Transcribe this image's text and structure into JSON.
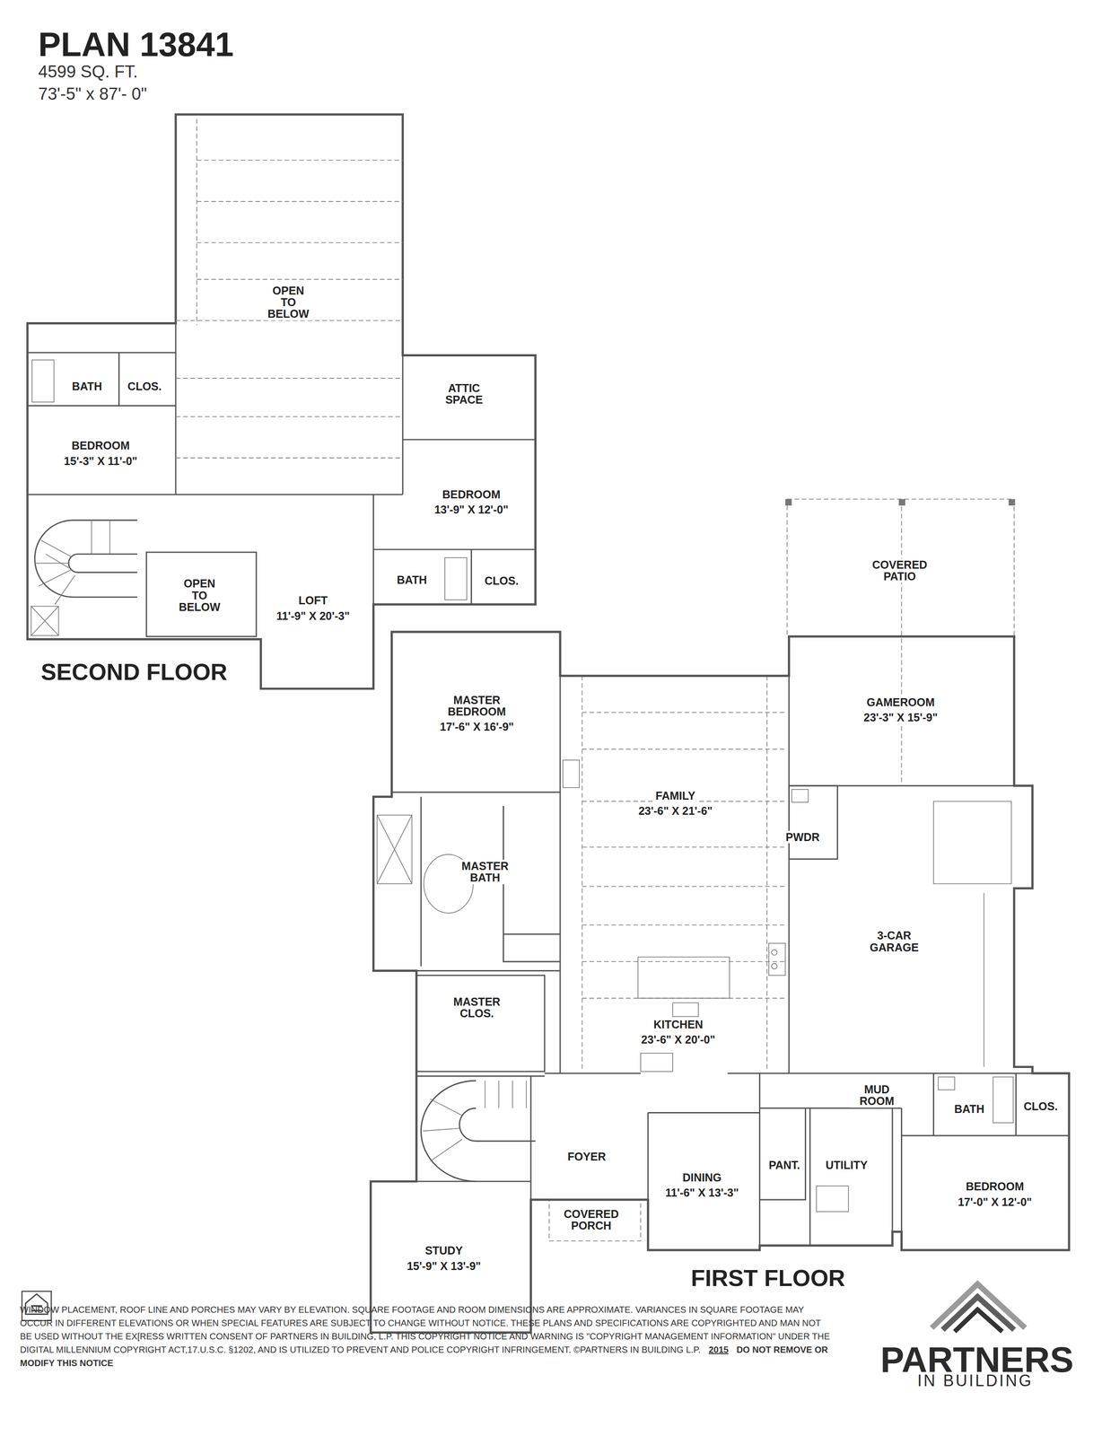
{
  "diagram": {
    "title": "PLAN 13841",
    "nodes": [
      {
        "text": [
          "OPEN TO BELOW"
        ]
      },
      {
        "text": [
          "BATH"
        ]
      },
      {
        "text": [
          "CLOS."
        ]
      },
      {
        "text": [
          "BEDROOM",
          "15'-3\" X 11'-0\""
        ]
      },
      {
        "text": [
          "ATTIC SPACE"
        ]
      },
      {
        "text": [
          "BEDROOM",
          "13'-9\" X 12'-0\""
        ]
      },
      {
        "text": [
          "OPEN TO BELOW"
        ]
      },
      {
        "text": [
          "LOFT",
          "11'-9\" X 20'-3\""
        ]
      },
      {
        "text": [
          "BATH"
        ]
      },
      {
        "text": [
          "CLOS."
        ]
      },
      {
        "text": [
          "COVERED PATIO"
        ]
      },
      {
        "text": [
          "MASTER BEDROOM",
          "17'-6\" X 16'-9\""
        ]
      },
      {
        "text": [
          "GAMEROOM",
          "23'-3\" X 15'-9\""
        ]
      },
      {
        "text": [
          "FAMILY",
          "23'-6\" X 21'-6\""
        ]
      },
      {
        "text": [
          "PWDR"
        ]
      },
      {
        "text": [
          "MASTER BATH"
        ]
      },
      {
        "text": [
          "3-CAR GARAGE"
        ]
      },
      {
        "text": [
          "MASTER CLOS."
        ]
      },
      {
        "text": [
          "KITCHEN",
          "23'-6\" X 20'-0\""
        ]
      },
      {
        "text": [
          "MUD ROOM"
        ]
      },
      {
        "text": [
          "BATH"
        ]
      },
      {
        "text": [
          "CLOS."
        ]
      },
      {
        "text": [
          "FOYER"
        ]
      },
      {
        "text": [
          "DINING",
          "11'-6\" X 13'-3\""
        ]
      },
      {
        "text": [
          "PANT."
        ]
      },
      {
        "text": [
          "UTILITY"
        ]
      },
      {
        "text": [
          "BEDROOM",
          "17'-0\" X 12'-0\""
        ]
      },
      {
        "text": [
          "COVERED PORCH"
        ]
      },
      {
        "text": [
          "STUDY",
          "15'-9\" X 13'-9\""
        ]
      }
    ],
    "labels": [
      "4599 SQ. FT.",
      "73'-5\" x 87'- 0\"",
      "SECOND FLOOR",
      "FIRST FLOOR",
      "WINDOW PLACEMENT, ROOF LINE AND PORCHES MAY VARY BY ELEVATION. SQUARE FOOTAGE AND ROOM DIMENSIONS ARE APPROXIMATE. VARIANCES IN SQUARE FOOTAGE MAY OCCUR IN DIFFERENT ELEVATIONS OR WHEN SPECIAL FEATURES ARE SUBJECT TO CHANGE WITHOUT NOTICE. THESE PLANS AND SPECIFICATIONS ARE COPYRIGHTED AND MAN NOT BE USED WITHOUT THE EX[RESS WRITTEN CONSENT OF PARTNERS IN BUILDING, L.P. THIS COPYRIGHT NOTICE AND WARNING IS \"COPYRIGHT MANAGEMENT INFORMATION\" UNDER THE DIGITAL MILLENNIUM COPYRIGHT ACT,17.U.S.C. §1202, AND IS UTILIZED TO PREVENT AND POLICE COPYRIGHT INFRINGEMENT. ©PARTNERS IN BUILDING L.P.",
      "2015",
      "DO NOT REMOVE OR MODIFY THIS NOTICE",
      "PARTNERS",
      "IN BUILDING"
    ]
  }
}
